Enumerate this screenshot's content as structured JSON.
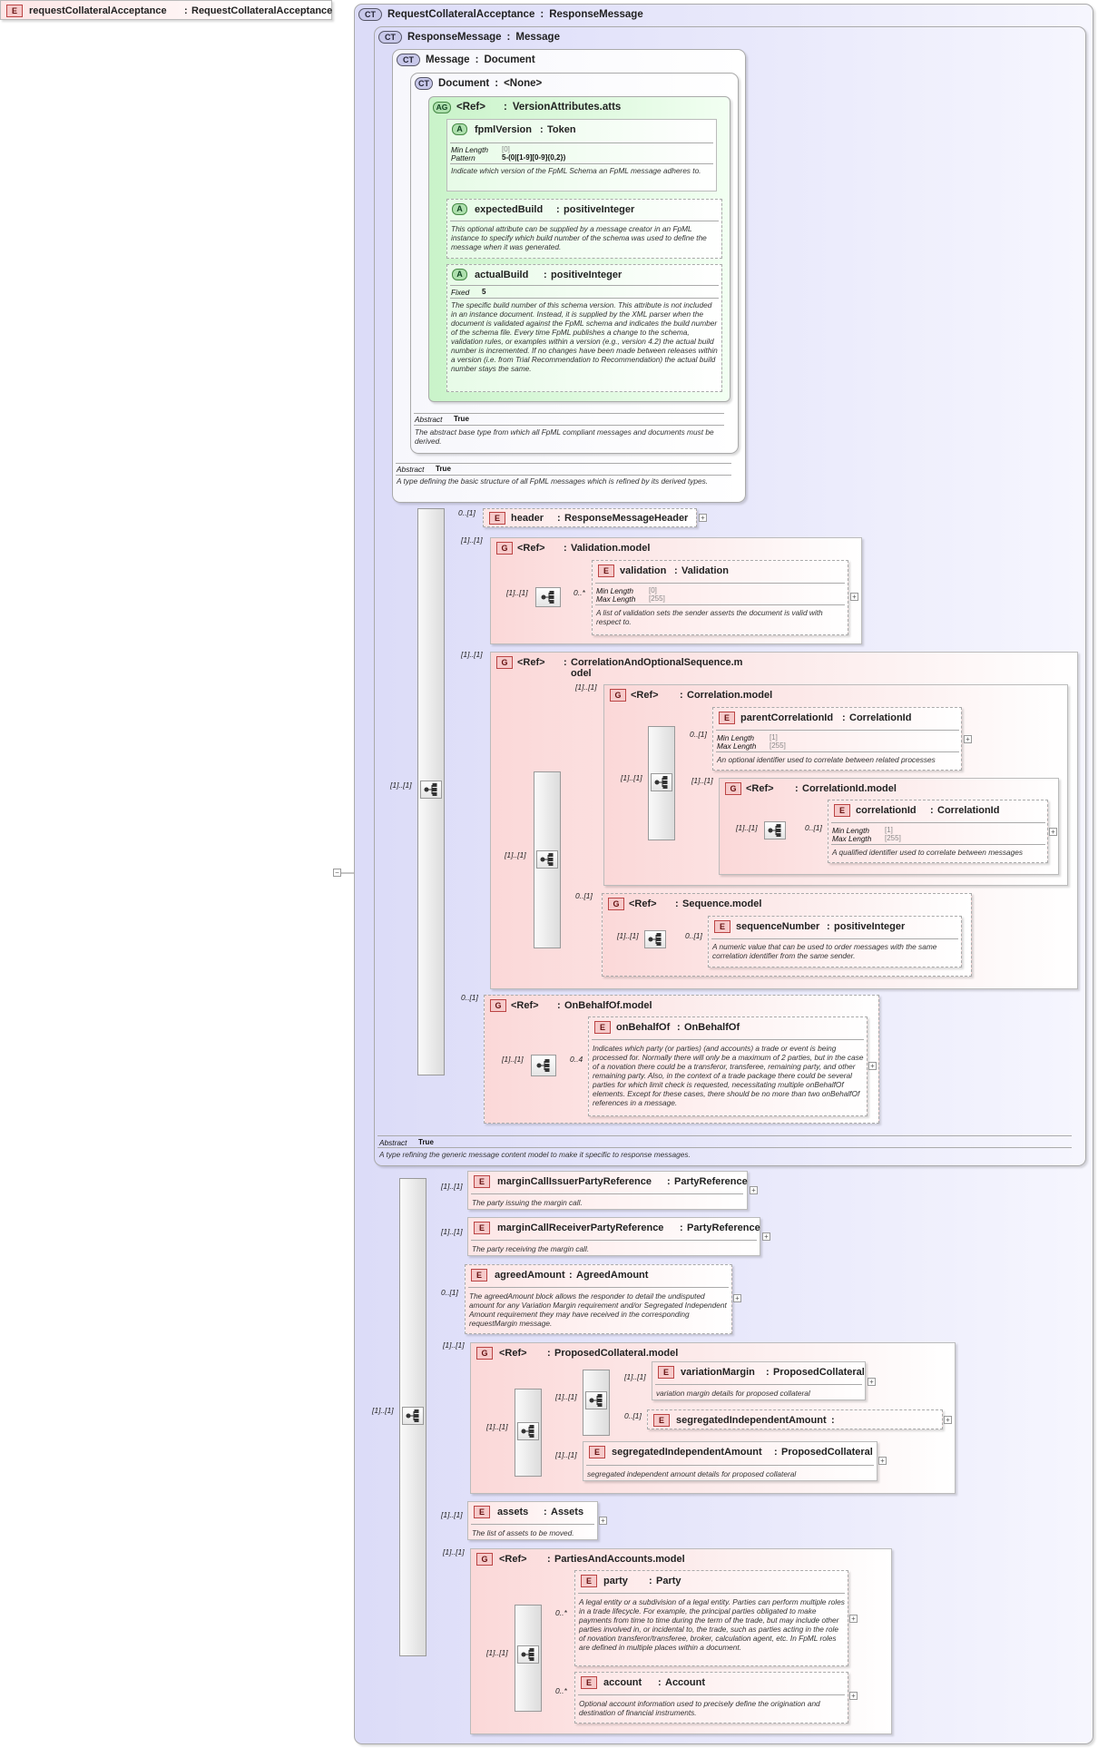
{
  "root_element": {
    "tag": "E",
    "name": "requestCollateralAcceptance",
    "type": "RequestCollateralAcceptance"
  },
  "complex_types": [
    {
      "tag": "CT",
      "name": "RequestCollateralAcceptance",
      "base": "ResponseMessage"
    },
    {
      "tag": "CT",
      "name": "ResponseMessage",
      "base": "Message",
      "abstract_label": "Abstract",
      "abstract_value": "True",
      "doc": "A type refining the generic message content model to make it specific to response messages."
    },
    {
      "tag": "CT",
      "name": "Message",
      "base": "Document",
      "abstract_label": "Abstract",
      "abstract_value": "True",
      "doc": "A type defining the basic structure of all FpML messages which is refined by its derived types."
    },
    {
      "tag": "CT",
      "name": "Document",
      "base": "<None>",
      "abstract_label": "Abstract",
      "abstract_value": "True",
      "doc": "The abstract base type from which all FpML compliant messages and documents must be derived."
    }
  ],
  "attribute_group": {
    "tag": "AG",
    "ref": "<Ref>",
    "name": "VersionAttributes.atts"
  },
  "attributes": [
    {
      "tag": "A",
      "name": "fpmlVersion",
      "type": "Token",
      "facets": [
        {
          "label": "Min Length",
          "value": "[0]"
        },
        {
          "label": "Pattern",
          "value": "5-(0|[1-9][0-9]{0,2})"
        }
      ],
      "doc": "Indicate which version of the FpML Schema an FpML message adheres to."
    },
    {
      "tag": "A",
      "name": "expectedBuild",
      "type": "positiveInteger",
      "doc": "This optional attribute can be supplied by a message creator in an FpML instance to specify which build number of the schema was used to define the message when it was generated."
    },
    {
      "tag": "A",
      "name": "actualBuild",
      "type": "positiveInteger",
      "facets": [
        {
          "label": "Fixed",
          "value": "5"
        }
      ],
      "doc": "The specific build number of this schema version. This attribute is not included in an instance document. Instead, it is supplied by the XML parser when the document is validated against the FpML schema and indicates the build number of the schema file. Every time FpML publishes a change to the schema, validation rules, or examples within a version (e.g., version 4.2) the actual build number is incremented. If no changes have been made between releases within a version (i.e. from Trial Recommendation to Recommendation) the actual build number stays the same."
    }
  ],
  "elements": {
    "header": {
      "tag": "E",
      "name": "header",
      "type": "ResponseMessageHeader",
      "card": "0..[1]"
    },
    "validation_group": {
      "tag": "G",
      "ref": "<Ref>",
      "name": "Validation.model",
      "card": "[1]..[1]"
    },
    "validation": {
      "tag": "E",
      "name": "validation",
      "type": "Validation",
      "card": "0..*",
      "seq_card": "[1]..[1]",
      "facets": [
        {
          "label": "Min Length",
          "value": "[0]"
        },
        {
          "label": "Max Length",
          "value": "[255]"
        }
      ],
      "doc": "A list of validation sets the sender asserts the document is valid with respect to."
    },
    "corr_opt_group": {
      "tag": "G",
      "ref": "<Ref>",
      "name": "CorrelationAndOptionalSequence.m",
      "name2": "odel",
      "card": "[1]..[1]"
    },
    "correlation_group": {
      "tag": "G",
      "ref": "<Ref>",
      "name": "Correlation.model",
      "card": "[1]..[1]"
    },
    "parentCorrelationId": {
      "tag": "E",
      "name": "parentCorrelationId",
      "type": "CorrelationId",
      "card": "0..[1]",
      "facets": [
        {
          "label": "Min Length",
          "value": "[1]"
        },
        {
          "label": "Max Length",
          "value": "[255]"
        }
      ],
      "doc": "An optional identifier used to correlate between related processes"
    },
    "correlationId_group": {
      "tag": "G",
      "ref": "<Ref>",
      "name": "CorrelationId.model",
      "card": "[1]..[1]"
    },
    "correlationId": {
      "tag": "E",
      "name": "correlationId",
      "type": "CorrelationId",
      "card": "0..[1]",
      "seq_card": "[1]..[1]",
      "facets": [
        {
          "label": "Min Length",
          "value": "[1]"
        },
        {
          "label": "Max Length",
          "value": "[255]"
        }
      ],
      "doc": "A qualified identifier used to correlate between messages"
    },
    "sequence_group": {
      "tag": "G",
      "ref": "<Ref>",
      "name": "Sequence.model",
      "card": "0..[1]"
    },
    "sequenceNumber": {
      "tag": "E",
      "name": "sequenceNumber",
      "type": "positiveInteger",
      "card": "0..[1]",
      "seq_card": "[1]..[1]",
      "doc": "A numeric value that can be used to order messages with the same correlation identifier from the same sender."
    },
    "onbehalf_group": {
      "tag": "G",
      "ref": "<Ref>",
      "name": "OnBehalfOf.model",
      "card": "0..[1]"
    },
    "onBehalfOf": {
      "tag": "E",
      "name": "onBehalfOf",
      "type": "OnBehalfOf",
      "card": "0..4",
      "seq_card": "[1]..[1]",
      "doc": "Indicates which party (or parties) (and accounts) a trade or event is being processed for. Normally there will only be a maximum of 2 parties, but in the case of a novation there could be a transferor, transferee, remaining party, and other remaining party. Also, in the context of a trade package there could be several parties for which limit check is requested, necessitating multiple onBehalfOf elements. Except for these cases, there should be no more than two onBehalfOf references in a message."
    },
    "main_seq_card": "[1]..[1]",
    "inner_seq_card": "[1]..[1]",
    "corr_seq_card": "[1]..[1]",
    "bottom_seq_card": "[1]..[1]",
    "marginCallIssuerPartyReference": {
      "tag": "E",
      "name": "marginCallIssuerPartyReference",
      "type": "PartyReference",
      "card": "[1]..[1]",
      "doc": "The party issuing the margin call."
    },
    "marginCallReceiverPartyReference": {
      "tag": "E",
      "name": "marginCallReceiverPartyReference",
      "type": "PartyReference",
      "card": "[1]..[1]",
      "doc": "The party receiving the margin call."
    },
    "agreedAmount": {
      "tag": "E",
      "name": "agreedAmount",
      "type": "AgreedAmount",
      "card": "0..[1]",
      "doc": "The agreedAmount block allows the responder to detail the undisputed amount for any Variation Margin requirement and/or Segregated Independent Amount requirement they may have received in the corresponding requestMargin message."
    },
    "proposed_group": {
      "tag": "G",
      "ref": "<Ref>",
      "name": "ProposedCollateral.model",
      "card": "[1]..[1]",
      "seq_card": "[1]..[1]",
      "inner_seq_card": "[1]..[1]"
    },
    "variationMargin": {
      "tag": "E",
      "name": "variationMargin",
      "type": "ProposedCollateral",
      "card": "[1]..[1]",
      "doc": "variation margin details for proposed collateral"
    },
    "segregatedIndependentAmount_opt": {
      "tag": "E",
      "name": "segregatedIndependentAmount",
      "type": "",
      "card": "0..[1]"
    },
    "segregatedIndependentAmount": {
      "tag": "E",
      "name": "segregatedIndependentAmount",
      "type": "ProposedCollateral",
      "card": "[1]..[1]",
      "doc": "segregated independent amount details for proposed collateral"
    },
    "assets": {
      "tag": "E",
      "name": "assets",
      "type": "Assets",
      "card": "[1]..[1]",
      "doc": "The list of assets to be moved."
    },
    "parties_group": {
      "tag": "G",
      "ref": "<Ref>",
      "name": "PartiesAndAccounts.model",
      "card": "[1]..[1]",
      "seq_card": "[1]..[1]"
    },
    "party": {
      "tag": "E",
      "name": "party",
      "type": "Party",
      "card": "0..*",
      "doc": "A legal entity or a subdivision of a legal entity. Parties can perform multiple roles in a trade lifecycle. For example, the principal parties obligated to make payments from time to time during the term of the trade, but may include other parties involved in, or incidental to, the trade, such as parties acting in the role of novation transferor/transferee, broker, calculation agent, etc. In FpML roles are defined in multiple places within a document."
    },
    "account": {
      "tag": "E",
      "name": "account",
      "type": "Account",
      "card": "0..*",
      "doc": "Optional account information used to precisely define the origination and destination of financial instruments."
    }
  },
  "colors": {
    "complex_type_bg": "#dcdcf8",
    "element_bg": "#fde6e6",
    "group_bg": "#fbd8d8",
    "attribute_bg": "#c9f3c9"
  }
}
